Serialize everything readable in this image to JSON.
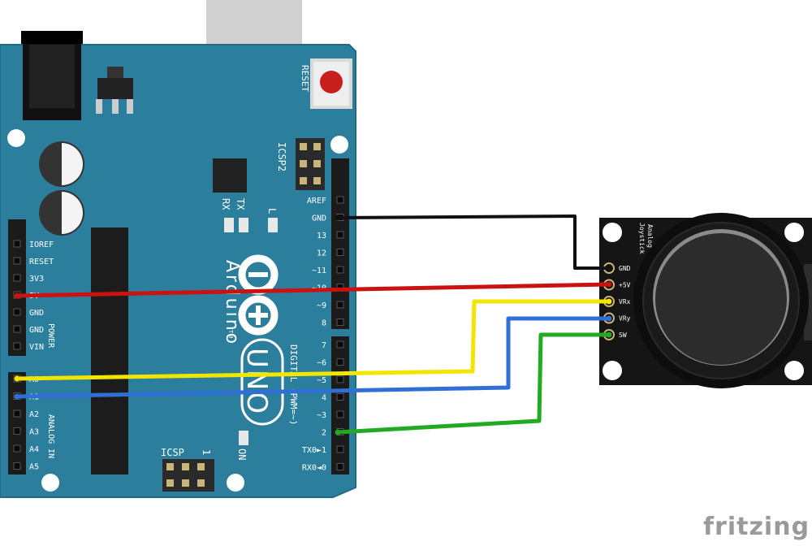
{
  "colors": {
    "board": "#2b7e9c",
    "board_edge": "#1f6b86",
    "header": "#1b1b1b",
    "silk": "#ffffff",
    "joystick_pcb": "#151515",
    "wire_gnd": "#111111",
    "wire_5v": "#cc1111",
    "wire_vrx": "#f2e600",
    "wire_vry": "#2f6fd6",
    "wire_sw": "#22aa22",
    "reset_button": "#c81e1e",
    "fritzing": "#9a9a9a"
  },
  "board": {
    "reset_label": "RESET",
    "icsp2_label": "ICSP2",
    "icsp_label": "ICSP",
    "icsp_pin1": "1",
    "tx_label": "TX",
    "rx_label": "RX",
    "l_label": "L",
    "on_label": "ON",
    "brand_text": "Arduino",
    "tm_mark": "TM",
    "model_text": "UNO",
    "digital_label": "DIGITAL (PWM=~)",
    "power_label": "POWER",
    "analog_label": "ANALOG IN",
    "power_pins": [
      "IOREF",
      "RESET",
      "3V3",
      "5V",
      "GND",
      "GND",
      "VIN"
    ],
    "analog_pins": [
      "A0",
      "A1",
      "A2",
      "A3",
      "A4",
      "A5"
    ],
    "digital_upper": [
      "AREF",
      "GND",
      "13",
      "12",
      "~11",
      "~10",
      "~9",
      "8"
    ],
    "digital_lower": [
      "7",
      "~6",
      "~5",
      "4",
      "~3",
      "2",
      "TX0►1",
      "RX0◄0"
    ]
  },
  "joystick": {
    "title_line1": "Analog",
    "title_line2": "Joystick",
    "pins": [
      "GND",
      "+5V",
      "VRx",
      "VRy",
      "SW"
    ]
  },
  "wires": [
    {
      "name": "gnd",
      "from": "GND",
      "to": "GND",
      "color_key": "wire_gnd"
    },
    {
      "name": "5v",
      "from": "5V",
      "to": "+5V",
      "color_key": "wire_5v"
    },
    {
      "name": "vrx",
      "from": "A0",
      "to": "VRx",
      "color_key": "wire_vrx"
    },
    {
      "name": "vry",
      "from": "A1",
      "to": "VRy",
      "color_key": "wire_vry"
    },
    {
      "name": "sw",
      "from": "2",
      "to": "SW",
      "color_key": "wire_sw"
    }
  ],
  "watermark": "fritzing"
}
